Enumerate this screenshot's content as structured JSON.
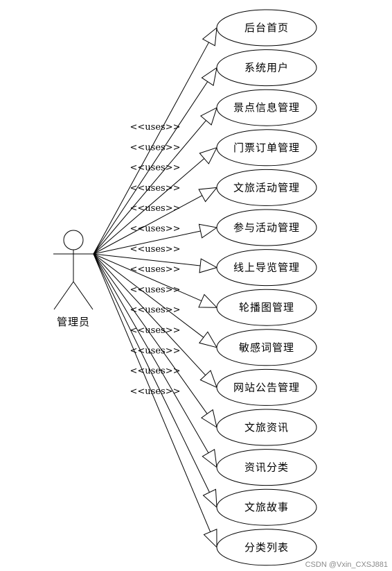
{
  "actor": {
    "name": "管理员"
  },
  "relation_label": "<<uses>>",
  "use_cases": [
    "后台首页",
    "系统用户",
    "景点信息管理",
    "门票订单管理",
    "文旅活动管理",
    "参与活动管理",
    "线上导览管理",
    "轮播图管理",
    "敏感词管理",
    "网站公告管理",
    "文旅资讯",
    "资讯分类",
    "文旅故事",
    "分类列表"
  ],
  "watermark": "CSDN @Vxin_CXSJ881"
}
